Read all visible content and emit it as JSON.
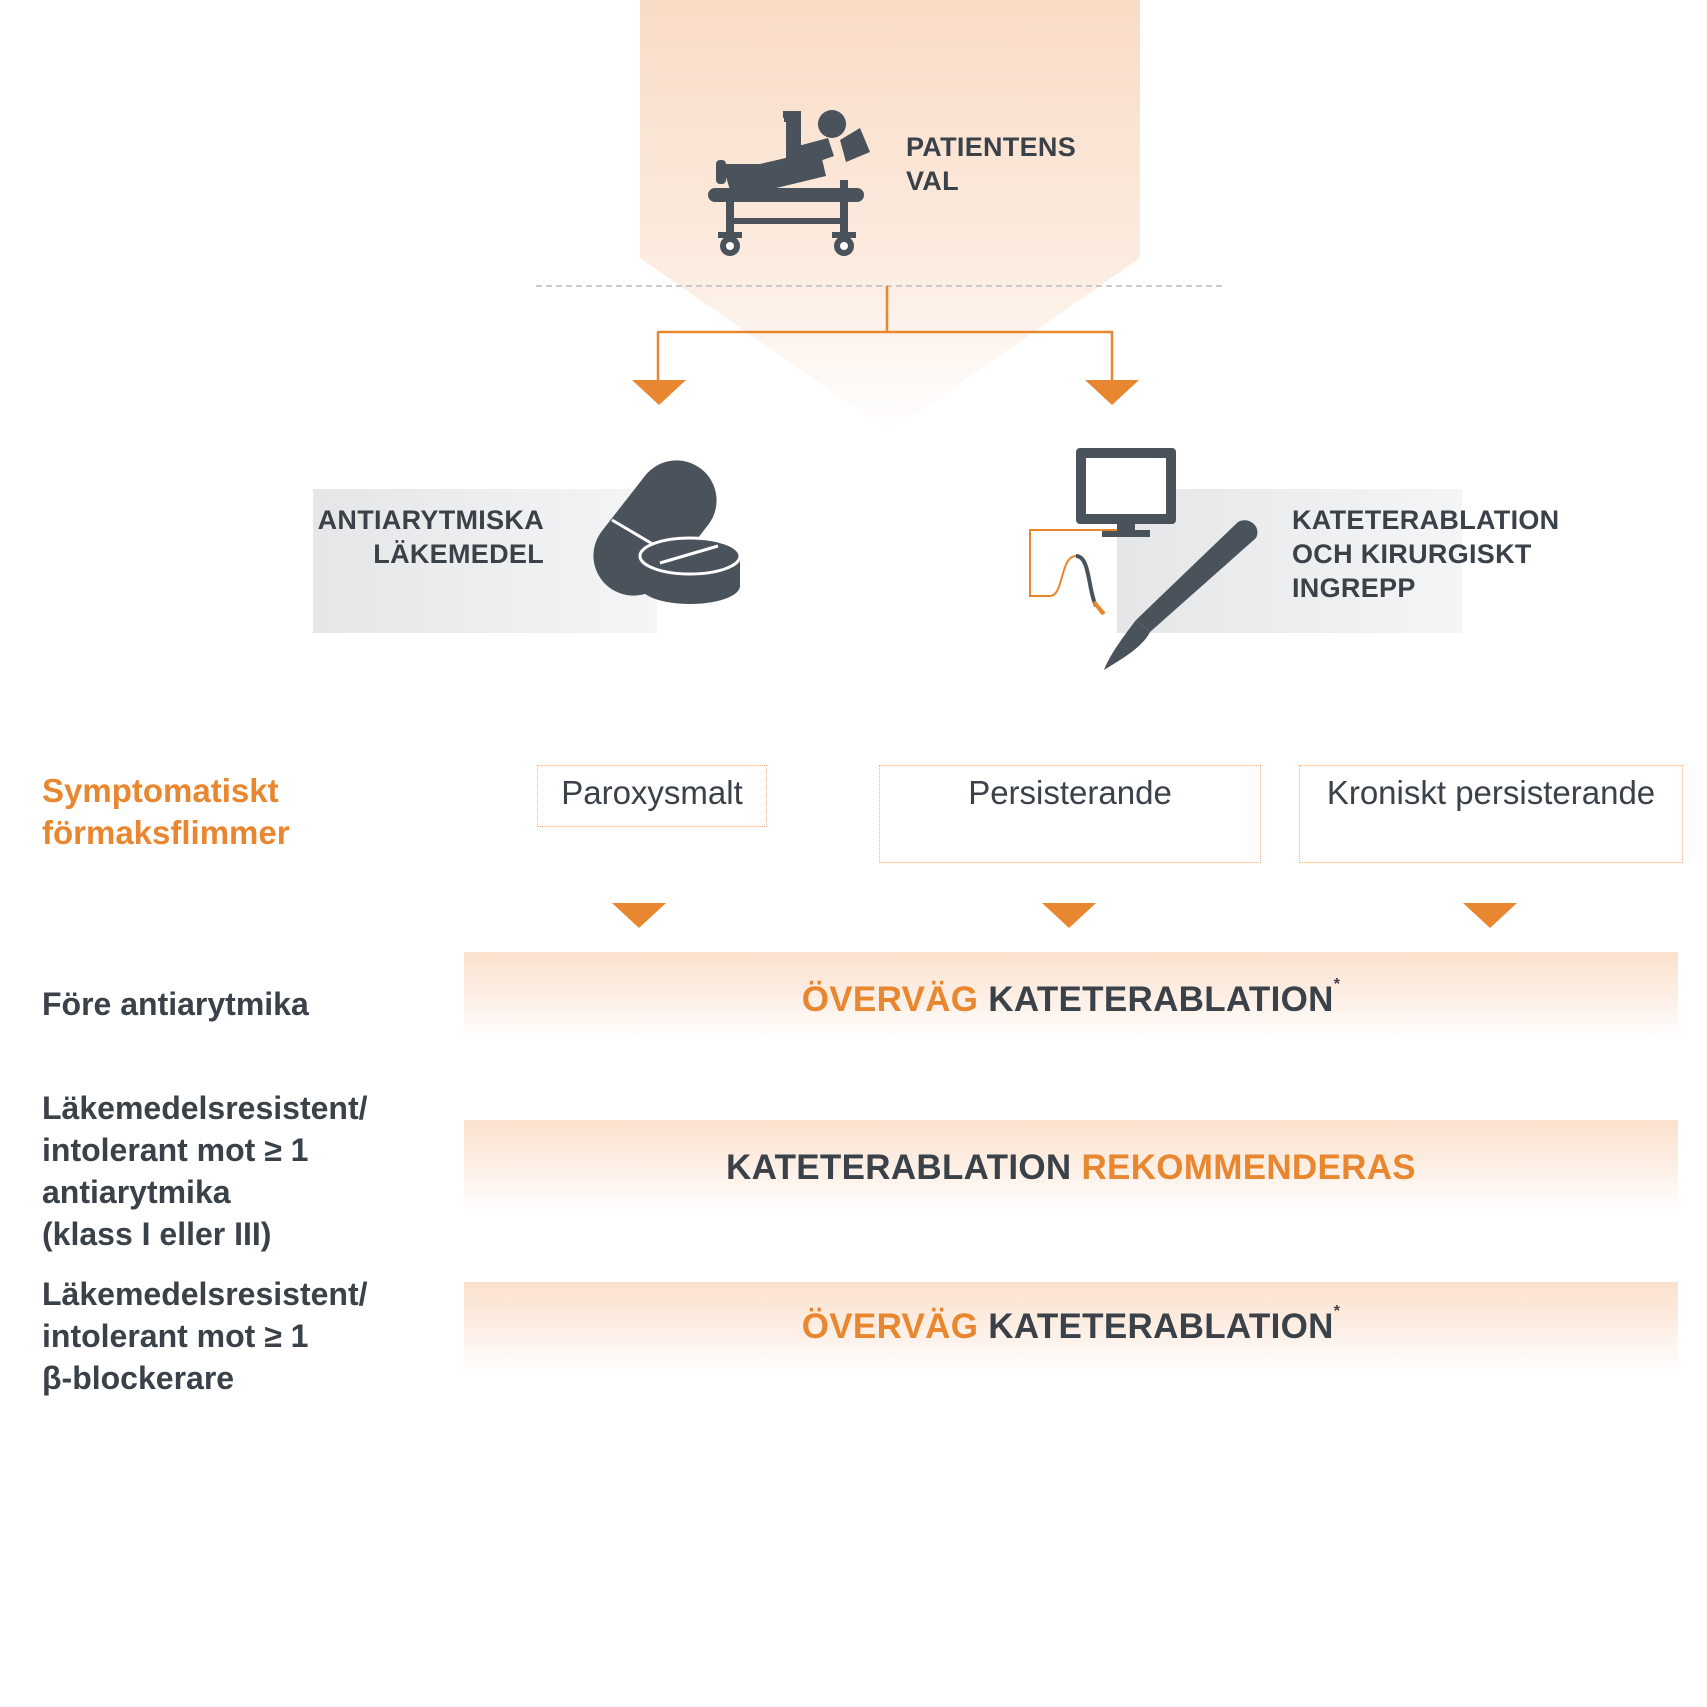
{
  "patient_choice": {
    "line1": "PATIENTENS",
    "line2": "VAL"
  },
  "drugs": {
    "line1": "ANTIARYTMISKA",
    "line2": "LÄKEMEDEL"
  },
  "ablation": {
    "line1": "KATETERABLATION",
    "line2": "OCH KIRURGISKT",
    "line3": "INGREPP"
  },
  "af_heading": {
    "line1": "Symptomatiskt",
    "line2": "förmaksflimmer"
  },
  "af_types": [
    "Paroxysmalt",
    "Persisterande",
    "Kroniskt persisterande"
  ],
  "rows": [
    {
      "label": [
        "Före antiarytmika"
      ],
      "part1": "ÖVERVÄG",
      "part2": "KATETERABLATION",
      "mark": "*"
    },
    {
      "label": [
        "Läkemedelsresistent/",
        "intolerant mot ≥ 1",
        "antiarytmika",
        "(klass I eller III)"
      ],
      "part1": "KATETERABLATION",
      "part2": "REKOMMENDERAS",
      "mark": ""
    },
    {
      "label": [
        "Läkemedelsresistent/",
        "intolerant mot ≥ 1",
        "β-blockerare"
      ],
      "part1": "ÖVERVÄG",
      "part2": "KATETERABLATION",
      "mark": "*"
    }
  ],
  "colors": {
    "accent": "#e8872f",
    "dark": "#3a4148",
    "panel": "#e3e5e7",
    "peach": "#fbe3d2"
  },
  "icons": [
    "hospital-bed-patient-icon",
    "pills-icon",
    "monitor-icon",
    "scalpel-icon"
  ]
}
